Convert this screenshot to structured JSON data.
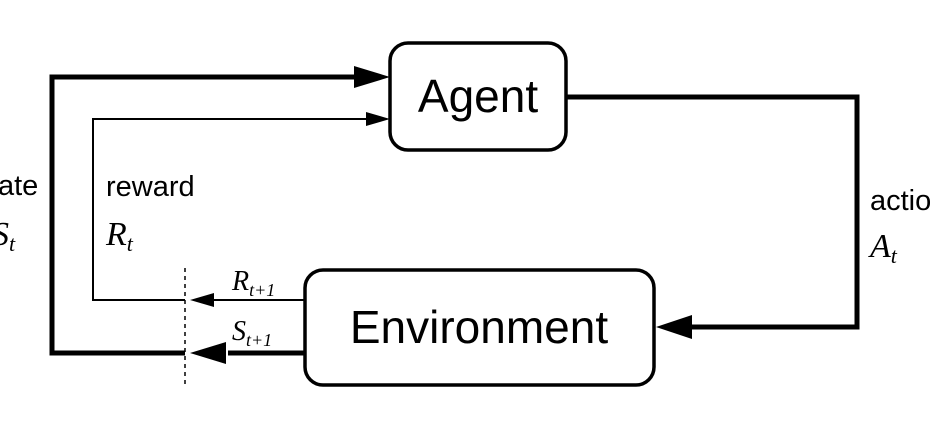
{
  "nodes": {
    "agent": {
      "label": "Agent"
    },
    "environment": {
      "label": "Environment"
    }
  },
  "labels": {
    "state_word": "ate",
    "state_symbol": "S",
    "state_sub": "t",
    "reward_word": "reward",
    "reward_symbol": "R",
    "reward_sub": "t",
    "action_word": "actio",
    "action_symbol": "A",
    "action_sub": "t",
    "next_reward_symbol": "R",
    "next_reward_sub": "t+1",
    "next_state_symbol": "S",
    "next_state_sub": "t+1"
  },
  "colors": {
    "stroke": "#000000",
    "background": "#ffffff"
  }
}
